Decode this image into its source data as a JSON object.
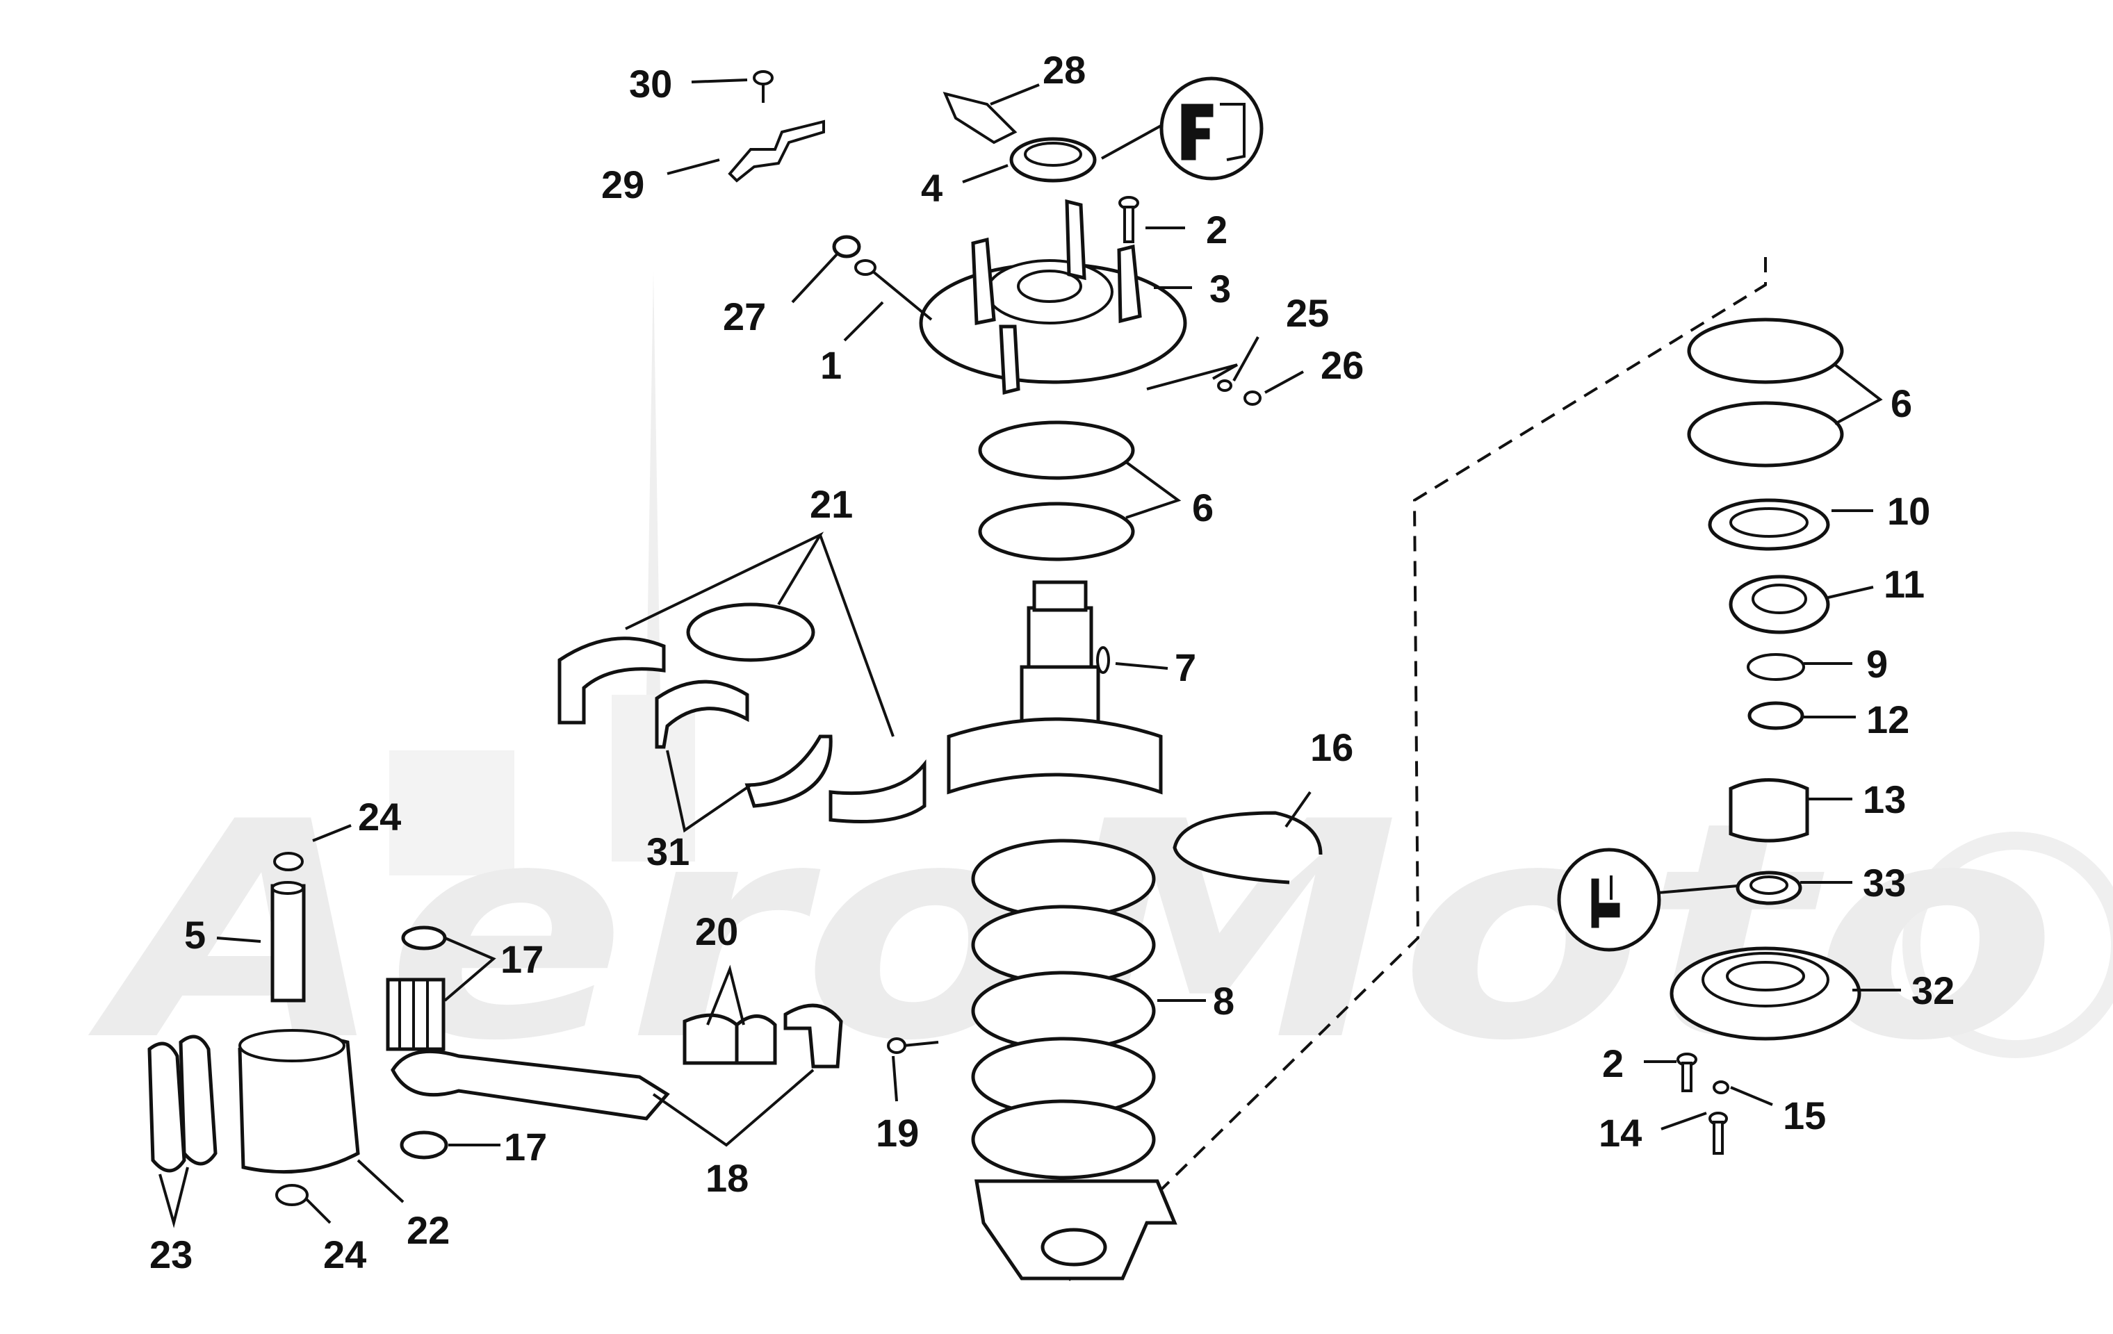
{
  "watermark": {
    "text": "AeroMoto"
  },
  "callouts": [
    {
      "id": "c30",
      "label": "30"
    },
    {
      "id": "c28",
      "label": "28"
    },
    {
      "id": "c29",
      "label": "29"
    },
    {
      "id": "c4",
      "label": "4"
    },
    {
      "id": "c2a",
      "label": "2"
    },
    {
      "id": "c3",
      "label": "3"
    },
    {
      "id": "c27",
      "label": "27"
    },
    {
      "id": "c1",
      "label": "1"
    },
    {
      "id": "c25",
      "label": "25"
    },
    {
      "id": "c26",
      "label": "26"
    },
    {
      "id": "c6a",
      "label": "6"
    },
    {
      "id": "c6b",
      "label": "6"
    },
    {
      "id": "c10",
      "label": "10"
    },
    {
      "id": "c11",
      "label": "11"
    },
    {
      "id": "c9",
      "label": "9"
    },
    {
      "id": "c12",
      "label": "12"
    },
    {
      "id": "c13",
      "label": "13"
    },
    {
      "id": "c33",
      "label": "33"
    },
    {
      "id": "c32",
      "label": "32"
    },
    {
      "id": "c2b",
      "label": "2"
    },
    {
      "id": "c15",
      "label": "15"
    },
    {
      "id": "c14",
      "label": "14"
    },
    {
      "id": "c21",
      "label": "21"
    },
    {
      "id": "c7",
      "label": "7"
    },
    {
      "id": "c16",
      "label": "16"
    },
    {
      "id": "c31",
      "label": "31"
    },
    {
      "id": "c24a",
      "label": "24"
    },
    {
      "id": "c5",
      "label": "5"
    },
    {
      "id": "c17a",
      "label": "17"
    },
    {
      "id": "c20",
      "label": "20"
    },
    {
      "id": "c8",
      "label": "8"
    },
    {
      "id": "c19",
      "label": "19"
    },
    {
      "id": "c17b",
      "label": "17"
    },
    {
      "id": "c18",
      "label": "18"
    },
    {
      "id": "c22",
      "label": "22"
    },
    {
      "id": "c23",
      "label": "23"
    },
    {
      "id": "c24b",
      "label": "24"
    }
  ]
}
